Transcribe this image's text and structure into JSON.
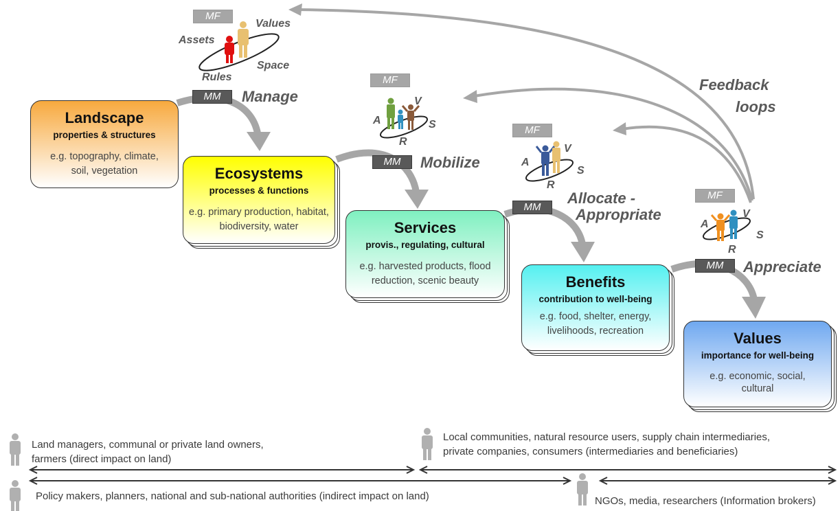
{
  "boxes": [
    {
      "title": "Landscape",
      "subtitle": "properties & structures",
      "example": "e.g. topography, climate, soil, vegetation"
    },
    {
      "title": "Ecosystems",
      "subtitle": "processes & functions",
      "example": "e.g. primary production, habitat, biodiversity, water"
    },
    {
      "title": "Services",
      "subtitle": "provis., regulating, cultural",
      "example": "e.g. harvested products, flood reduction, scenic beauty"
    },
    {
      "title": "Benefits",
      "subtitle": "contribution to well-being",
      "example": "e.g. food, shelter, energy, livelihoods, recreation"
    },
    {
      "title": "Values",
      "subtitle": "importance for well-being",
      "example": "e.g. economic, social, cultural"
    }
  ],
  "mf_label": "MF",
  "mm_label": "MM",
  "verbs": [
    "Manage",
    "Mobilize",
    "Allocate -",
    "Appropriate",
    "Appreciate"
  ],
  "feedback": [
    "Feedback",
    "loops"
  ],
  "ring_labels": {
    "assets": "Assets",
    "values": "Values",
    "rules": "Rules",
    "space": "Space",
    "a": "A",
    "v": "V",
    "r": "R",
    "s": "S"
  },
  "stakeholders": [
    {
      "text": [
        "Land managers, communal or private land owners,",
        "farmers (direct impact on land)"
      ]
    },
    {
      "text": [
        "Local communities, natural resource users, supply chain intermediaries,",
        "private companies, consumers (intermediaries and beneficiaries)"
      ]
    },
    {
      "text": [
        "Policy makers, planners, national and sub-national authorities (indirect impact on land)"
      ]
    },
    {
      "text": [
        "NGOs, media, researchers (Information brokers)"
      ]
    }
  ],
  "colors": {
    "landscape": "#f7a93e",
    "ecosystems": "#ffff00",
    "services": "#7ff0c0",
    "benefits": "#55f0f0",
    "values": "#6fa8f0",
    "arrow": "#a6a6a6",
    "text_grey": "#595959"
  },
  "icons": [
    "person-icon",
    "ring-icon",
    "arrow-icon"
  ]
}
